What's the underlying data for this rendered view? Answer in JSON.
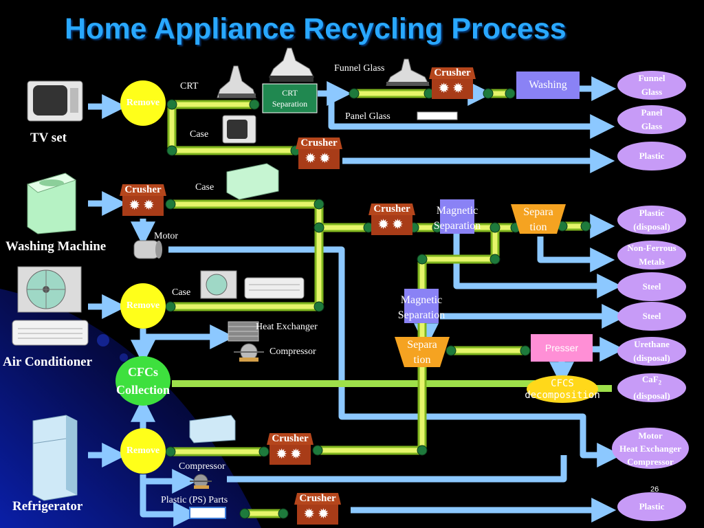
{
  "title": "Home Appliance Recycling Process",
  "appliances": {
    "tv": "TV set",
    "washer": "Washing Machine",
    "ac": "Air Conditioner",
    "fridge": "Refrigerator"
  },
  "remove": "Remove",
  "crusher": "Crusher",
  "cfcs": {
    "line1": "CFCs",
    "line2": "Collection"
  },
  "labels": {
    "crt": "CRT",
    "case": "Case",
    "funnel_glass": "Funnel Glass",
    "panel_glass": "Panel Glass",
    "motor": "Motor",
    "heat_exchanger": "Heat Exchanger",
    "compressor": "Compressor",
    "plastic_ps": "Plastic (PS) Parts",
    "mag1_l1": "Magnetic",
    "mag1_l2": "Separation",
    "mag2_l1": "Magnetic",
    "mag2_l2": "Separation",
    "sep_l1": "Separa",
    "sep_l2": "tion"
  },
  "process": {
    "crt_sep_l1": "CRT",
    "crt_sep_l2": "Separation",
    "washing": "Washing",
    "presser": "Presser",
    "cfcs_decomp_l1": "CFCS",
    "cfcs_decomp_l2": "decomposition"
  },
  "outputs": {
    "funnel_glass": [
      "Funnel",
      "Glass"
    ],
    "panel_glass": [
      "Panel",
      "Glass"
    ],
    "plastic1": [
      "Plastic"
    ],
    "plastic_disposal": [
      "Plastic",
      "(disposal)"
    ],
    "non_ferrous": [
      "Non-Ferrous",
      "Metals"
    ],
    "steel1": [
      "Steel"
    ],
    "steel2": [
      "Steel"
    ],
    "urethane": [
      "Urethane",
      "(disposal)"
    ],
    "caf2": [
      "CaF",
      "(disposal)"
    ],
    "caf2_sub": "2",
    "motor_hx": [
      "Motor",
      "Heat Exchanger",
      "Compressor"
    ],
    "plastic2": [
      "Plastic"
    ]
  },
  "page_number": "26",
  "colors": {
    "title": "#29a8ff",
    "arrow": "#8cc8ff",
    "belt": "#d8f05a",
    "roller": "#1e7a3c",
    "crusher": "#a83c18",
    "output": "#c79bf7",
    "remove": "#ffff1a",
    "cfcs": "#3ee03e",
    "washing": "#8a82f5",
    "presser": "#ff8fd6",
    "sep": "#f5a321",
    "crt_sep": "#208850"
  }
}
